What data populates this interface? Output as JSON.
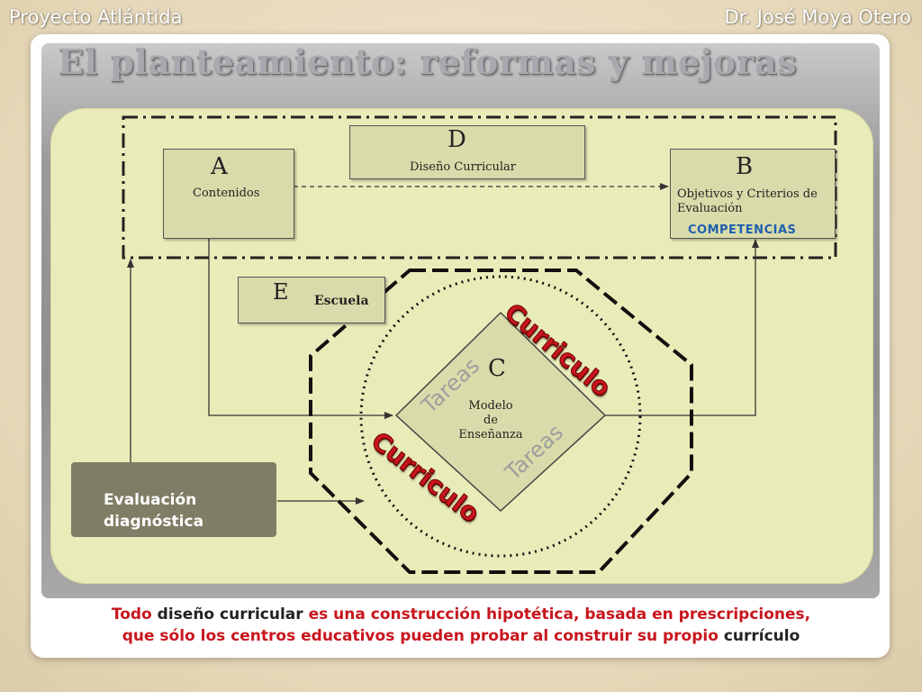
{
  "header": {
    "left": "Proyecto Atlántida",
    "right": "Dr. José Moya Otero"
  },
  "title": "El planteamiento: reformas y mejoras",
  "diagram": {
    "box_a": {
      "letter": "A",
      "label": "Contenidos"
    },
    "box_d": {
      "letter": "D",
      "label": "Diseño Curricular"
    },
    "box_b": {
      "letter": "B",
      "label": "Objetivos y Criterios de Evaluación",
      "tag": "COMPETENCIAS"
    },
    "box_e": {
      "letter": "E",
      "label": "Escuela"
    },
    "box_c": {
      "letter": "C",
      "label_line1": "Modelo",
      "label_line2": "de",
      "label_line3": "Enseñanza"
    },
    "tareas_top": "Tareas",
    "tareas_bottom": "Tareas",
    "curriculo_top": "Curriculo",
    "curriculo_bottom": "Curriculo",
    "evaluacion_line1": "Evaluación",
    "evaluacion_line2": "diagnóstica"
  },
  "footer": {
    "p1": "Todo",
    "p2": " diseño curricular ",
    "p3": "es una construcción hipotética, basada en prescripciones,",
    "p4": "que sólo los centros educativos pueden probar al construir su propio",
    "p5": " currículo"
  },
  "colors": {
    "accent_red": "#c8161d",
    "competencias_blue": "#1f5fae",
    "panel_cream": "#e9ecb8"
  }
}
